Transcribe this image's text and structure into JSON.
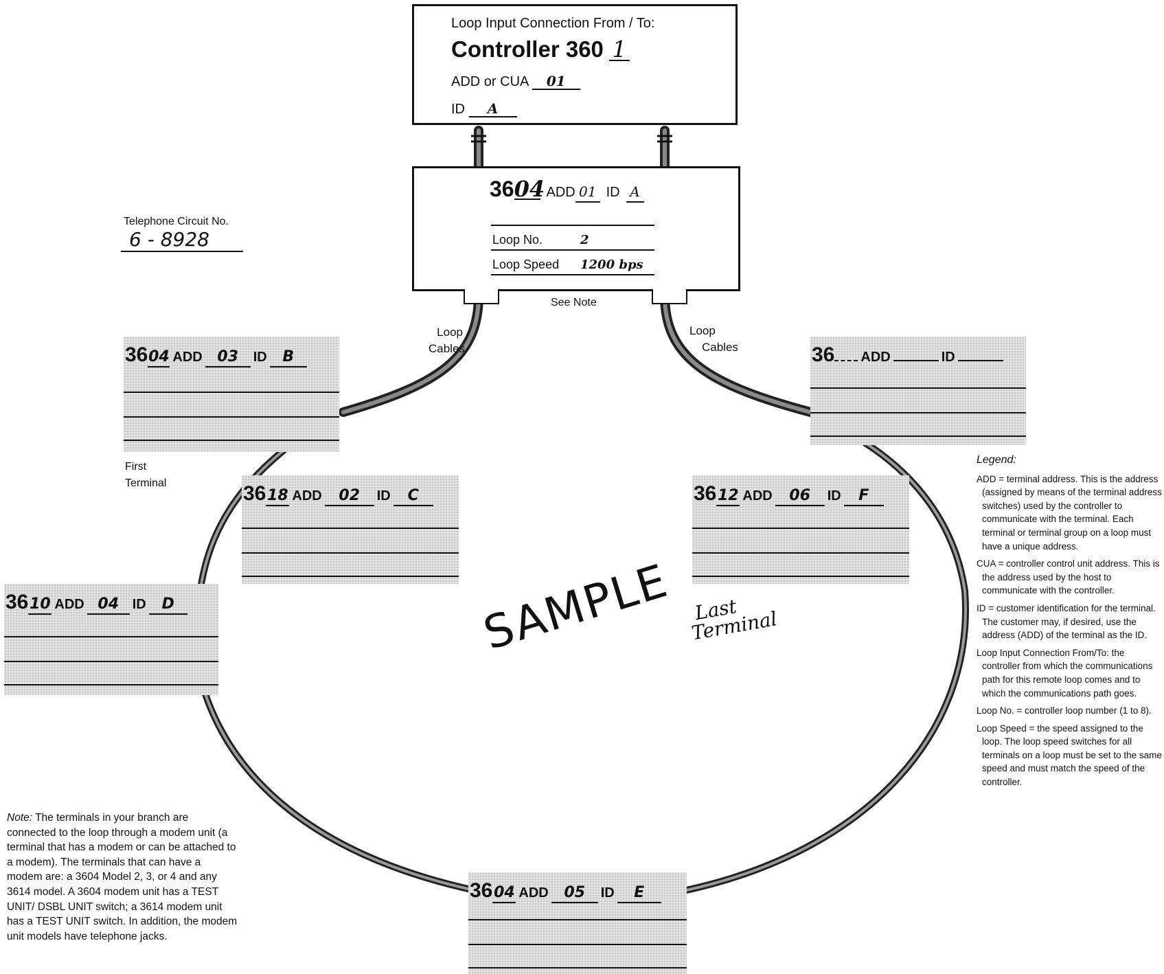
{
  "controller": {
    "heading": "Loop Input Connection From / To:",
    "model_prefix": "Controller 360",
    "model_digit": "1",
    "add_label": "ADD or CUA",
    "add_value": "01",
    "id_label": "ID",
    "id_value": "A"
  },
  "modem_box": {
    "prefix": "36",
    "model_digits": "04",
    "add_label": "ADD",
    "add_value": "01",
    "id_label": "ID",
    "id_value": "A",
    "loop_no_label": "Loop No.",
    "loop_no_value": "2",
    "loop_speed_label": "Loop Speed",
    "loop_speed_value": "1200 bps"
  },
  "see_note": "See Note",
  "telephone": {
    "label": "Telephone Circuit No.",
    "value": "6 - 8928"
  },
  "loop_cables": {
    "left_line1": "Loop",
    "left_line2": "Cables",
    "right_line1": "Loop",
    "right_line2": "Cables"
  },
  "first_terminal": {
    "line1": "First",
    "line2": "Terminal"
  },
  "last_terminal": {
    "line1": "Last",
    "line2": "Terminal"
  },
  "sample_watermark": "SAMPLE",
  "terminals": [
    {
      "prefix": "36",
      "model": "04",
      "add_label": "ADD",
      "add": "03",
      "id_label": "ID",
      "id": "B"
    },
    {
      "prefix": "36",
      "model": "",
      "add_label": "ADD",
      "add": "",
      "id_label": "ID",
      "id": ""
    },
    {
      "prefix": "36",
      "model": "18",
      "add_label": "ADD",
      "add": "02",
      "id_label": "ID",
      "id": "C"
    },
    {
      "prefix": "36",
      "model": "12",
      "add_label": "ADD",
      "add": "06",
      "id_label": "ID",
      "id": "F"
    },
    {
      "prefix": "36",
      "model": "10",
      "add_label": "ADD",
      "add": "04",
      "id_label": "ID",
      "id": "D"
    },
    {
      "prefix": "36",
      "model": "04",
      "add_label": "ADD",
      "add": "05",
      "id_label": "ID",
      "id": "E"
    }
  ],
  "legend": {
    "title": "Legend:",
    "entries": [
      "ADD = terminal address. This is the address (assigned by means of the terminal address switches) used by the controller to communicate with the terminal. Each terminal or terminal group on a loop must have a unique address.",
      "CUA = controller control unit address. This is the address used by the host to communicate with the controller.",
      "ID = customer identification for the terminal. The customer may, if desired, use the address (ADD) of the terminal as the ID.",
      "Loop Input Connection From/To: the controller from which the communications path for this remote loop comes and to which the communications path goes.",
      "Loop No. = controller loop number (1 to 8).",
      "Loop Speed = the speed assigned to the loop. The loop speed switches for all terminals on a loop must be set to the same speed and must match the speed of the controller."
    ]
  },
  "note": {
    "label": "Note:",
    "text": "The terminals in your branch are connected to the loop through a modem unit (a terminal that has a modem or can be attached to a modem). The terminals that can have a modem are: a 3604 Model 2, 3, or 4 and any 3614 model. A 3604 modem unit has a TEST UNIT/ DSBL UNIT switch; a 3614 modem unit has a TEST UNIT switch. In addition, the modem unit models have telephone jacks."
  }
}
